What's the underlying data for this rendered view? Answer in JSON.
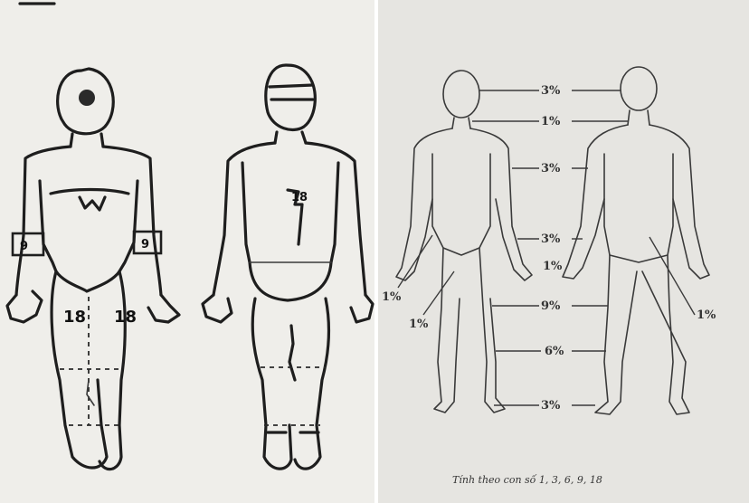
{
  "left_diagram": {
    "labels": {
      "left_arm": "9",
      "right_arm": "9",
      "left_leg": "18",
      "right_leg": "18",
      "back_trunk": "18"
    }
  },
  "right_diagram": {
    "percentages": {
      "head": "3%",
      "neck": "1%",
      "upper_arm": "3%",
      "forearm": "3%",
      "hand": "1%",
      "buttock_left": "1%",
      "genital": "1%",
      "thigh": "9%",
      "leg": "6%",
      "foot": "3%",
      "buttock_right": "1%"
    },
    "caption": "Tính theo con số 1, 3, 6, 9, 18"
  }
}
